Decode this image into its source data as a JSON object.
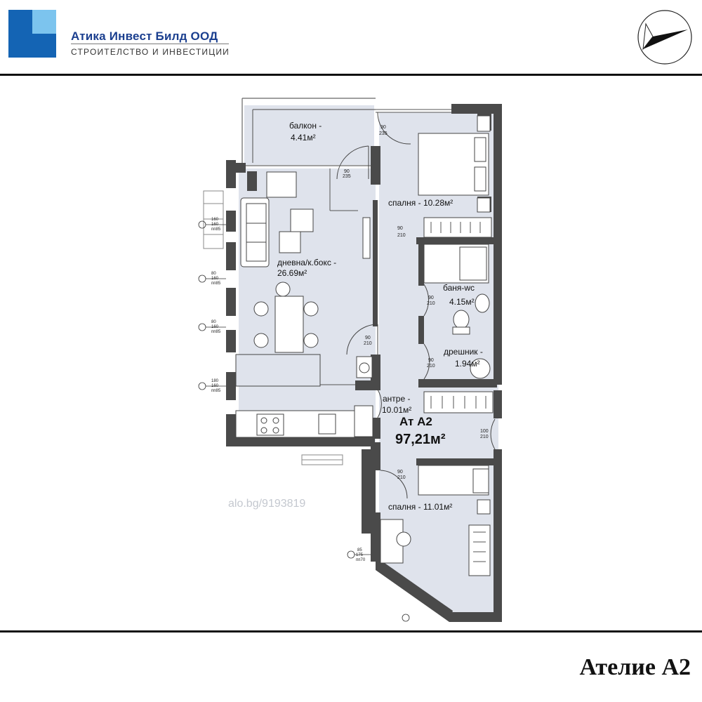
{
  "header": {
    "company_name": "Атика Инвест Билд ООД",
    "tagline": "СТРОИТЕЛСТВО И ИНВЕСТИЦИИ",
    "logo_colors": {
      "dark": "#1464b4",
      "light": "#7cc4ee"
    }
  },
  "rooms": {
    "balcony": {
      "name": "балкон -",
      "area": "4.41м²"
    },
    "living": {
      "name": "дневна/к.бокс -",
      "area": "26.69м²"
    },
    "bedroom1": {
      "name": "спалня - 10.28м²"
    },
    "bathroom": {
      "name": "баня-wc",
      "area": "4.15м²"
    },
    "closet": {
      "name": "дрешник -",
      "area": "1.94м²"
    },
    "hallway": {
      "name": "антре -",
      "area": "10.01м²"
    },
    "bedroom2": {
      "name": "спалня - 11.01м²"
    }
  },
  "unit": {
    "label": "Ат А2",
    "area": "97,21м²"
  },
  "door_labels": {
    "d1_top": "90",
    "d1_bot": "235",
    "d2_top": "90",
    "d2_bot": "235",
    "d3_top": "90",
    "d3_bot": "210",
    "d4_top": "90",
    "d4_bot": "210",
    "d5_top": "90",
    "d5_bot": "210",
    "d6_top": "90",
    "d6_bot": "210",
    "d7_top": "90",
    "d7_bot": "210",
    "d8_top": "100",
    "d8_bot": "210"
  },
  "window_tags": {
    "w1": [
      "160",
      "160",
      "пп85"
    ],
    "w2": [
      "80",
      "160",
      "пп85"
    ],
    "w3": [
      "80",
      "160",
      "пп85"
    ],
    "w4": [
      "180",
      "160",
      "пп85"
    ],
    "w5": [
      "85",
      "175",
      "пп70"
    ]
  },
  "watermark": "alo.bg/9193819",
  "title": "Ателие А2",
  "colors": {
    "floor": "#dfe3ec",
    "wall": "#4a4a4a",
    "line": "#333333",
    "brand": "#1b3f8f"
  }
}
